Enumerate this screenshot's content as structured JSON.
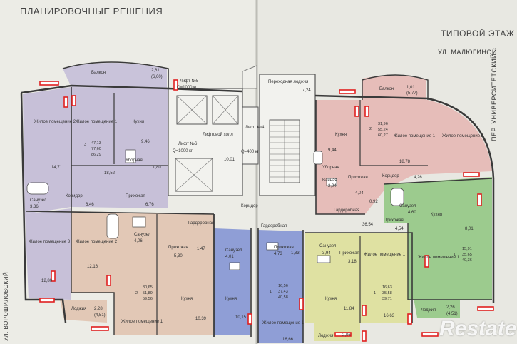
{
  "header": {
    "title_left": "ПЛАНИРОВОЧНЫЕ РЕШЕНИЯ",
    "title_right": "ТИПОВОЙ ЭТАЖ",
    "street_top": "УЛ. МАЛЮГИНОЙ",
    "street_right": "ПЕР. УНИВЕРСИТЕТСКИЙ",
    "street_left": "УЛ. ВОРОШИЛОВСКИЙ"
  },
  "watermark": "Restate",
  "colors": {
    "paper": "#ecece6",
    "lilac": "#c7c0d8",
    "pink": "#e6bdb9",
    "peach": "#e2c8b6",
    "blue": "#8f9ed6",
    "yellow": "#dfe1a2",
    "green": "#9ccb8e",
    "marker": "#e02020"
  },
  "rooms": [
    {
      "id": "balcony-top",
      "label": "Балкон",
      "area": "2,61",
      "area2": "(6,60)"
    },
    {
      "id": "lift5",
      "label": "Лифт №5",
      "area": "Q=1000 кг"
    },
    {
      "id": "lift-hall",
      "label": "Лифтовой холл",
      "area": "10,01"
    },
    {
      "id": "lift6",
      "label": "Лифт №6",
      "area": "Q=1000 кг"
    },
    {
      "id": "lift4",
      "label": "Лифт №4",
      "area": "Q=400 кг"
    },
    {
      "id": "lobby",
      "label": "Переходная лоджия",
      "area": "7,24"
    },
    {
      "id": "balcony-right",
      "label": "Балкон",
      "area": "1,01",
      "area2": "(5,77)"
    },
    {
      "id": "flat-a-bed2",
      "label": "Жилое помещение 2",
      "area": "14,71"
    },
    {
      "id": "flat-a-bed1",
      "label": "Жилое помещение 1",
      "area": "18,52"
    },
    {
      "id": "flat-a-kitchen",
      "label": "Кухня",
      "area": "9,46"
    },
    {
      "id": "flat-a-wc",
      "label": "Уборная",
      "area": "1,80"
    },
    {
      "id": "flat-a-bath",
      "label": "Санузел",
      "area": "3,36"
    },
    {
      "id": "flat-a-corr",
      "label": "Коридор",
      "area": "6,46"
    },
    {
      "id": "flat-a-hall",
      "label": "Прихожая",
      "area": "6,76"
    },
    {
      "id": "flat-a-bed3",
      "label": "Жилое помещение 3",
      "area": "12,80"
    },
    {
      "id": "flat-b-bed2",
      "label": "Жилое помещение 2",
      "area": "12,16"
    },
    {
      "id": "flat-b-bath",
      "label": "Санузел",
      "area": "4,06"
    },
    {
      "id": "flat-b-hall",
      "label": "Прихожая",
      "area": "5,30"
    },
    {
      "id": "flat-b-kitchen",
      "label": "Кухня",
      "area": "10,39"
    },
    {
      "id": "flat-b-bed1",
      "label": "Жилое помещение 1",
      "area": ""
    },
    {
      "id": "flat-b-loggia",
      "label": "Лоджия",
      "area": "2,28",
      "area2": "(4,51)"
    },
    {
      "id": "wardrobe1",
      "label": "Гардеробная",
      "area": "1,47"
    },
    {
      "id": "flat-c-bath",
      "label": "Санузел",
      "area": "4,01"
    },
    {
      "id": "flat-c-kitchen",
      "label": "Кухня",
      "area": "10,15"
    },
    {
      "id": "wardrobe2",
      "label": "Гардеробная",
      "area": "1,83"
    },
    {
      "id": "flat-d-hall",
      "label": "Прихожая",
      "area": "4,73"
    },
    {
      "id": "flat-d-bed1",
      "label": "Жилое помещение 1",
      "area": "16,66"
    },
    {
      "id": "flat-e-bath",
      "label": "Санузел",
      "area": "3,94"
    },
    {
      "id": "flat-e-hall",
      "label": "Прихожая",
      "area": "3,18"
    },
    {
      "id": "flat-e-kitchen",
      "label": "Кухня",
      "area": "11,84"
    },
    {
      "id": "flat-e-bed1",
      "label": "Жилое помещение 1",
      "area": "16,63"
    },
    {
      "id": "flat-e-loggia",
      "label": "Лоджия",
      "area": "2,06"
    },
    {
      "id": "flat-f-kitchen",
      "label": "Кухня",
      "area": ""
    },
    {
      "id": "flat-f-bed1",
      "label": "Жилое помещение 1",
      "area": "18,78"
    },
    {
      "id": "flat-f-bed2",
      "label": "Жилое помещение 2",
      "area": ""
    },
    {
      "id": "flat-f-wc",
      "label": "Уборная",
      "area": "9,44"
    },
    {
      "id": "flat-f-bath",
      "label": "Ванная",
      "area": "2,94"
    },
    {
      "id": "flat-f-hall",
      "label": "Прихожая",
      "area": "4,04"
    },
    {
      "id": "flat-f-corr",
      "label": "Коридор",
      "area": "4,26"
    },
    {
      "id": "flat-f-ward",
      "label": "Гардеробная",
      "area": "0,92"
    },
    {
      "id": "flat-g-bath",
      "label": "Санузел",
      "area": "4,60"
    },
    {
      "id": "flat-g-hall",
      "label": "Прихожая",
      "area": "4,54"
    },
    {
      "id": "flat-g-kitchen",
      "label": "Кухня",
      "area": "8,01"
    },
    {
      "id": "flat-g-bed1",
      "label": "Жилое помещение 1",
      "area": ""
    },
    {
      "id": "flat-g-loggia",
      "label": "Лоджия",
      "area": "2,26",
      "area2": "(4,51)"
    },
    {
      "id": "corridor-main",
      "label": "Коридор",
      "area": "36,54"
    }
  ],
  "flats": [
    {
      "id": "A",
      "rooms": "3",
      "a": "47,13",
      "b": "77,60",
      "c": "86,29"
    },
    {
      "id": "B",
      "rooms": "2",
      "a": "30,65",
      "b": "51,89",
      "c": "59,56"
    },
    {
      "id": "D",
      "rooms": "1",
      "a": "16,56",
      "b": "37,43",
      "c": "40,58"
    },
    {
      "id": "E",
      "rooms": "1",
      "a": "16,63",
      "b": "35,58",
      "c": "39,71"
    },
    {
      "id": "F",
      "rooms": "2",
      "a": "31,96",
      "b": "55,24",
      "c": "60,27"
    },
    {
      "id": "G",
      "rooms": "1",
      "a": "15,91",
      "b": "35,65",
      "c": "40,36"
    }
  ]
}
